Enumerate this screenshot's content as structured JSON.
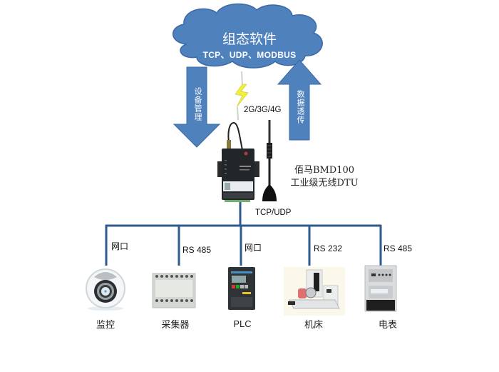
{
  "cloud": {
    "title": "组态软件",
    "protocols": "TCP、UDP、MODBUS"
  },
  "arrows": {
    "down_label": "设备管理",
    "up_label": "数据透传"
  },
  "network_label": "2G/3G/4G",
  "dtu": {
    "name_line1": "佰马BMD100",
    "name_line2": "工业级无线DTU"
  },
  "bus_label": "TCP/UDP",
  "colors": {
    "cloud_fill": "#4f81bd",
    "cloud_stroke": "#3a6aa5",
    "arrow_fill": "#4f81bd",
    "line": "#2e5a8e",
    "lightning": "#f2ef3a"
  },
  "devices": [
    {
      "port": "网口",
      "name": "监控",
      "icon": "camera-icon"
    },
    {
      "port": "RS 485",
      "name": "采集器",
      "icon": "collector-icon"
    },
    {
      "port": "网口",
      "name": "PLC",
      "icon": "plc-icon"
    },
    {
      "port": "RS 232",
      "name": "机床",
      "icon": "machine-tool-icon"
    },
    {
      "port": "RS 485",
      "name": "电表",
      "icon": "meter-icon"
    }
  ]
}
